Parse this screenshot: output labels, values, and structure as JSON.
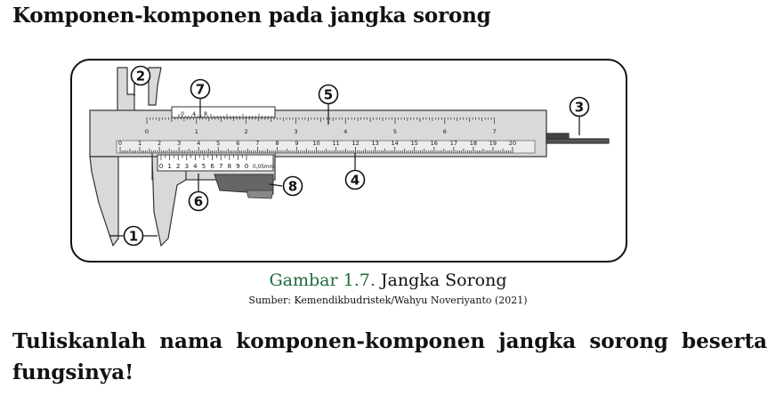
{
  "heading": "Komponen-komponen pada jangka sorong",
  "figure": {
    "labels": [
      "1",
      "2",
      "3",
      "4",
      "5",
      "6",
      "7",
      "8"
    ],
    "main_scale_numbers": [
      "0",
      "1",
      "2",
      "3",
      "4",
      "5",
      "6",
      "7",
      "8",
      "9",
      "10",
      "11",
      "12",
      "13",
      "14",
      "15",
      "16",
      "17",
      "18",
      "19",
      "20"
    ],
    "inch_scale_numbers": [
      "0",
      "1",
      "2",
      "3",
      "4",
      "5",
      "6",
      "7"
    ],
    "vernier_numbers": [
      "0",
      "1",
      "2",
      "3",
      "4",
      "5",
      "6",
      "7",
      "8",
      "9",
      "0"
    ],
    "vernier_precision": "0,05mm",
    "depth_gauge_numbers": [
      "0",
      "4",
      "8"
    ]
  },
  "caption": {
    "label": "Gambar 1.7.",
    "title": "Jangka Sorong"
  },
  "source": "Sumber: Kemendikbudristek/Wahyu Noveriyanto (2021)",
  "question": "Tuliskanlah nama komponen-komponen jangka sorong beserta fungsinya!"
}
